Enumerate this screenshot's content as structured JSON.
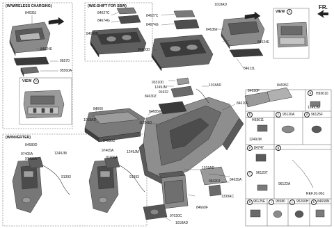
{
  "header": {
    "fr_label": "FR."
  },
  "panels": {
    "wireless_charging": {
      "title": "(W/WIRELESS CHARGING)"
    },
    "we_shift": {
      "title": "(W/E-SHIFT FOR SBW)"
    },
    "inverter": {
      "title": "(W/INVERTER)"
    },
    "view_a_left": {
      "title": "VIEW",
      "circle": "A"
    },
    "view_a_right": {
      "title": "VIEW",
      "circle": "A"
    }
  },
  "labels": {
    "l84635J_a": "84635J",
    "l84624E_a": "84624E",
    "l95570": "95570",
    "l95560A": "95560A",
    "l84627C_a": "84627C",
    "l84674G_a": "84674G",
    "l84650D_a": "84650D",
    "l84627C_b": "84627C",
    "l84674G_b": "84674G",
    "l84650D_b": "84650D",
    "l1018AD_top": "1018AD",
    "l84635J_b": "84635J",
    "l84624E_b": "84624E",
    "l84613L": "84613L",
    "l84690F": "84690F",
    "l84695F": "84695F",
    "l93310D": "93310D",
    "l1249JM_a": "1249JM",
    "l91632": "91632",
    "l84630Z": "84630Z",
    "l1018AD_mid": "1018AD",
    "l84660": "84660",
    "l84685M": "84685M",
    "l84610E": "84610E",
    "l1018AD_left": "1018AD",
    "l1125GD": "1125GD",
    "l84680D_a": "84680D",
    "l84680D_b": "84680D",
    "l97405A_a": "97405A",
    "l97406A_a": "97406A",
    "l1249JM_b": "1249JM",
    "l91393_a": "91393",
    "l97405A_b": "97405A",
    "l97406A_b": "97406A",
    "l1249JM_c": "1249JM",
    "l91393_b": "91393",
    "l1018AD_low": "1018AD",
    "l84635A": "84635A",
    "l96420J": "96420J",
    "l1339AC": "1339AC",
    "l84660F": "84660F",
    "l97020C": "97020C",
    "l1018AD_bot": "1018AD"
  },
  "cells": {
    "a": {
      "circle": "a",
      "parts": [
        "H93610",
        "1249JM"
      ]
    },
    "b": {
      "circle": "b",
      "parts": [
        "H93611",
        "1249JM"
      ]
    },
    "c": {
      "circle": "c",
      "parts": [
        "95120A"
      ]
    },
    "d": {
      "circle": "d",
      "parts": [
        "96125F"
      ]
    },
    "e": {
      "circle": "e",
      "parts": [
        "84747"
      ]
    },
    "f": {
      "circle": "f",
      "parts": [
        "96120T"
      ]
    },
    "g": {
      "circle": "g",
      "parts": [
        "96122A",
        "REF.91-961"
      ]
    },
    "h": {
      "circle": "h",
      "parts": [
        "96125E"
      ]
    },
    "i": {
      "circle": "i",
      "parts": [
        "95580"
      ]
    },
    "j": {
      "circle": "j",
      "parts": [
        "95260H"
      ]
    },
    "k": {
      "circle": "k",
      "parts": [
        "84658N"
      ]
    }
  }
}
